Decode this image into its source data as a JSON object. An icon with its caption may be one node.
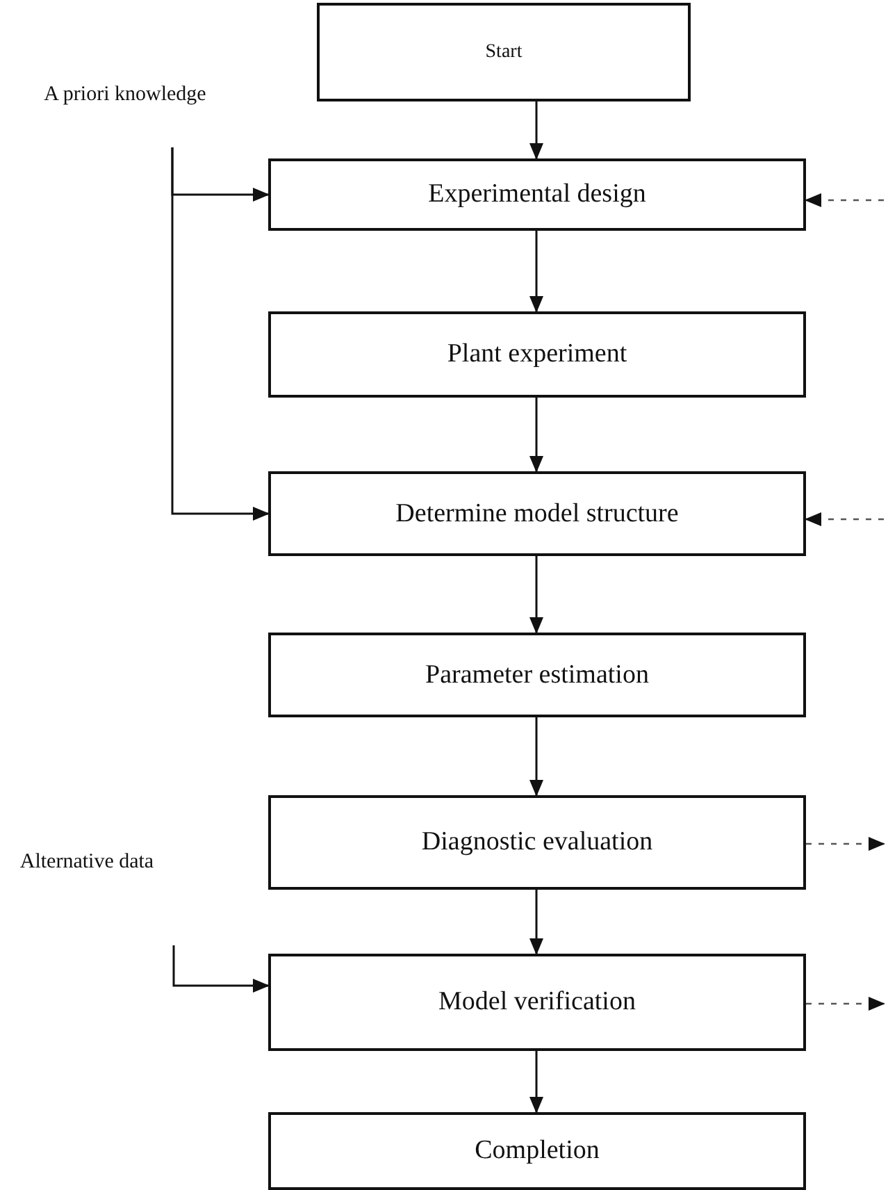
{
  "diagram": {
    "nodes": [
      {
        "text": [
          "Start"
        ]
      },
      {
        "text": [
          "Experimental design"
        ]
      },
      {
        "text": [
          "Plant experiment"
        ]
      },
      {
        "text": [
          "Determine model structure"
        ]
      },
      {
        "text": [
          "Parameter estimation"
        ]
      },
      {
        "text": [
          "Diagnostic evaluation"
        ]
      },
      {
        "text": [
          "Model verification"
        ]
      },
      {
        "text": [
          "Completion"
        ]
      },
      {
        "text": [
          "A priori knowledge"
        ]
      },
      {
        "text": [
          "Alternative data"
        ]
      }
    ],
    "edges": [
      {
        "from": 0,
        "to": 1,
        "arrow": "to"
      },
      {
        "from": 1,
        "to": 2,
        "arrow": "to"
      },
      {
        "from": 2,
        "to": 3,
        "arrow": "to"
      },
      {
        "from": 3,
        "to": 4,
        "arrow": "to"
      },
      {
        "from": 4,
        "to": 5,
        "arrow": "to"
      },
      {
        "from": 5,
        "to": 6,
        "arrow": "to"
      },
      {
        "from": 6,
        "to": 7,
        "arrow": "to"
      },
      {
        "from": 8,
        "to": 1,
        "arrow": "to"
      },
      {
        "from": 8,
        "to": 3,
        "arrow": "to"
      },
      {
        "from": 9,
        "to": 6,
        "arrow": "to"
      },
      {
        "from": null,
        "to": 1,
        "arrow": "to",
        "style": "dashed"
      },
      {
        "from": null,
        "to": 3,
        "arrow": "to",
        "style": "dashed"
      },
      {
        "from": 5,
        "to": null,
        "arrow": "to",
        "style": "dashed"
      },
      {
        "from": 6,
        "to": null,
        "arrow": "to",
        "style": "dashed"
      }
    ]
  }
}
